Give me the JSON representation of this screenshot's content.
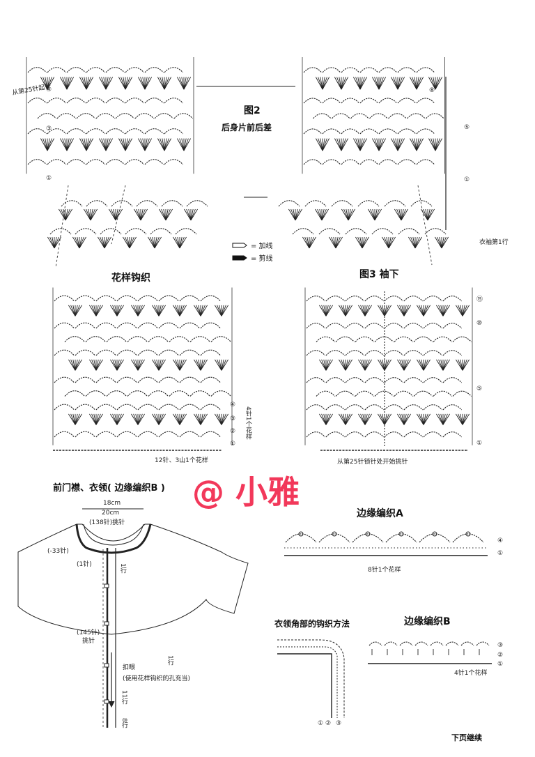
{
  "fig2": {
    "title": "图2",
    "subtitle": "后身片前后差",
    "legend_add": "= 加线",
    "legend_cut": "= 剪线",
    "left_label": "从第25针起针",
    "right_label": "衣袖第1行",
    "row_marks_left": [
      "④",
      "③",
      "①"
    ],
    "row_marks_right": [
      "⑧",
      "⑤",
      "①"
    ]
  },
  "pattern": {
    "title": "花样钩织",
    "rows": [
      "④",
      "③",
      "②",
      "①"
    ],
    "side_note": "4针1个花样",
    "bottom_note": "12针、3山1个花样"
  },
  "fig3": {
    "title": "图3 袖下",
    "rows": [
      "⑮",
      "⑩",
      "⑤",
      "①"
    ],
    "bottom_note": "从第25针锁针处开始挑针"
  },
  "watermark": "@ 小雅",
  "placket": {
    "title": "前门襟、衣领( 边缘编织B )",
    "w1": "18cm",
    "w2": "20cm",
    "collar": "(138针)挑针",
    "dec": "(-33针)",
    "one_st": "(1针)",
    "one_row": "1行",
    "pick": "(145针)",
    "pick2": "挑针",
    "button": "扣眼",
    "button_note": "(使用花样钩织的孔充当)",
    "rows11": "11行",
    "rows8": "8行",
    "row1b": "1行"
  },
  "edgeA": {
    "title": "边缘编织A",
    "rows": [
      "④",
      "①"
    ],
    "note": "8针1个花样"
  },
  "corner": {
    "title": "衣领角部的钩织方法",
    "rows": [
      "①",
      "②",
      "③"
    ]
  },
  "edgeB": {
    "title": "边缘编织B",
    "rows": [
      "③",
      "②",
      "①"
    ],
    "note": "4针1个花样"
  },
  "footer": "下页继续"
}
